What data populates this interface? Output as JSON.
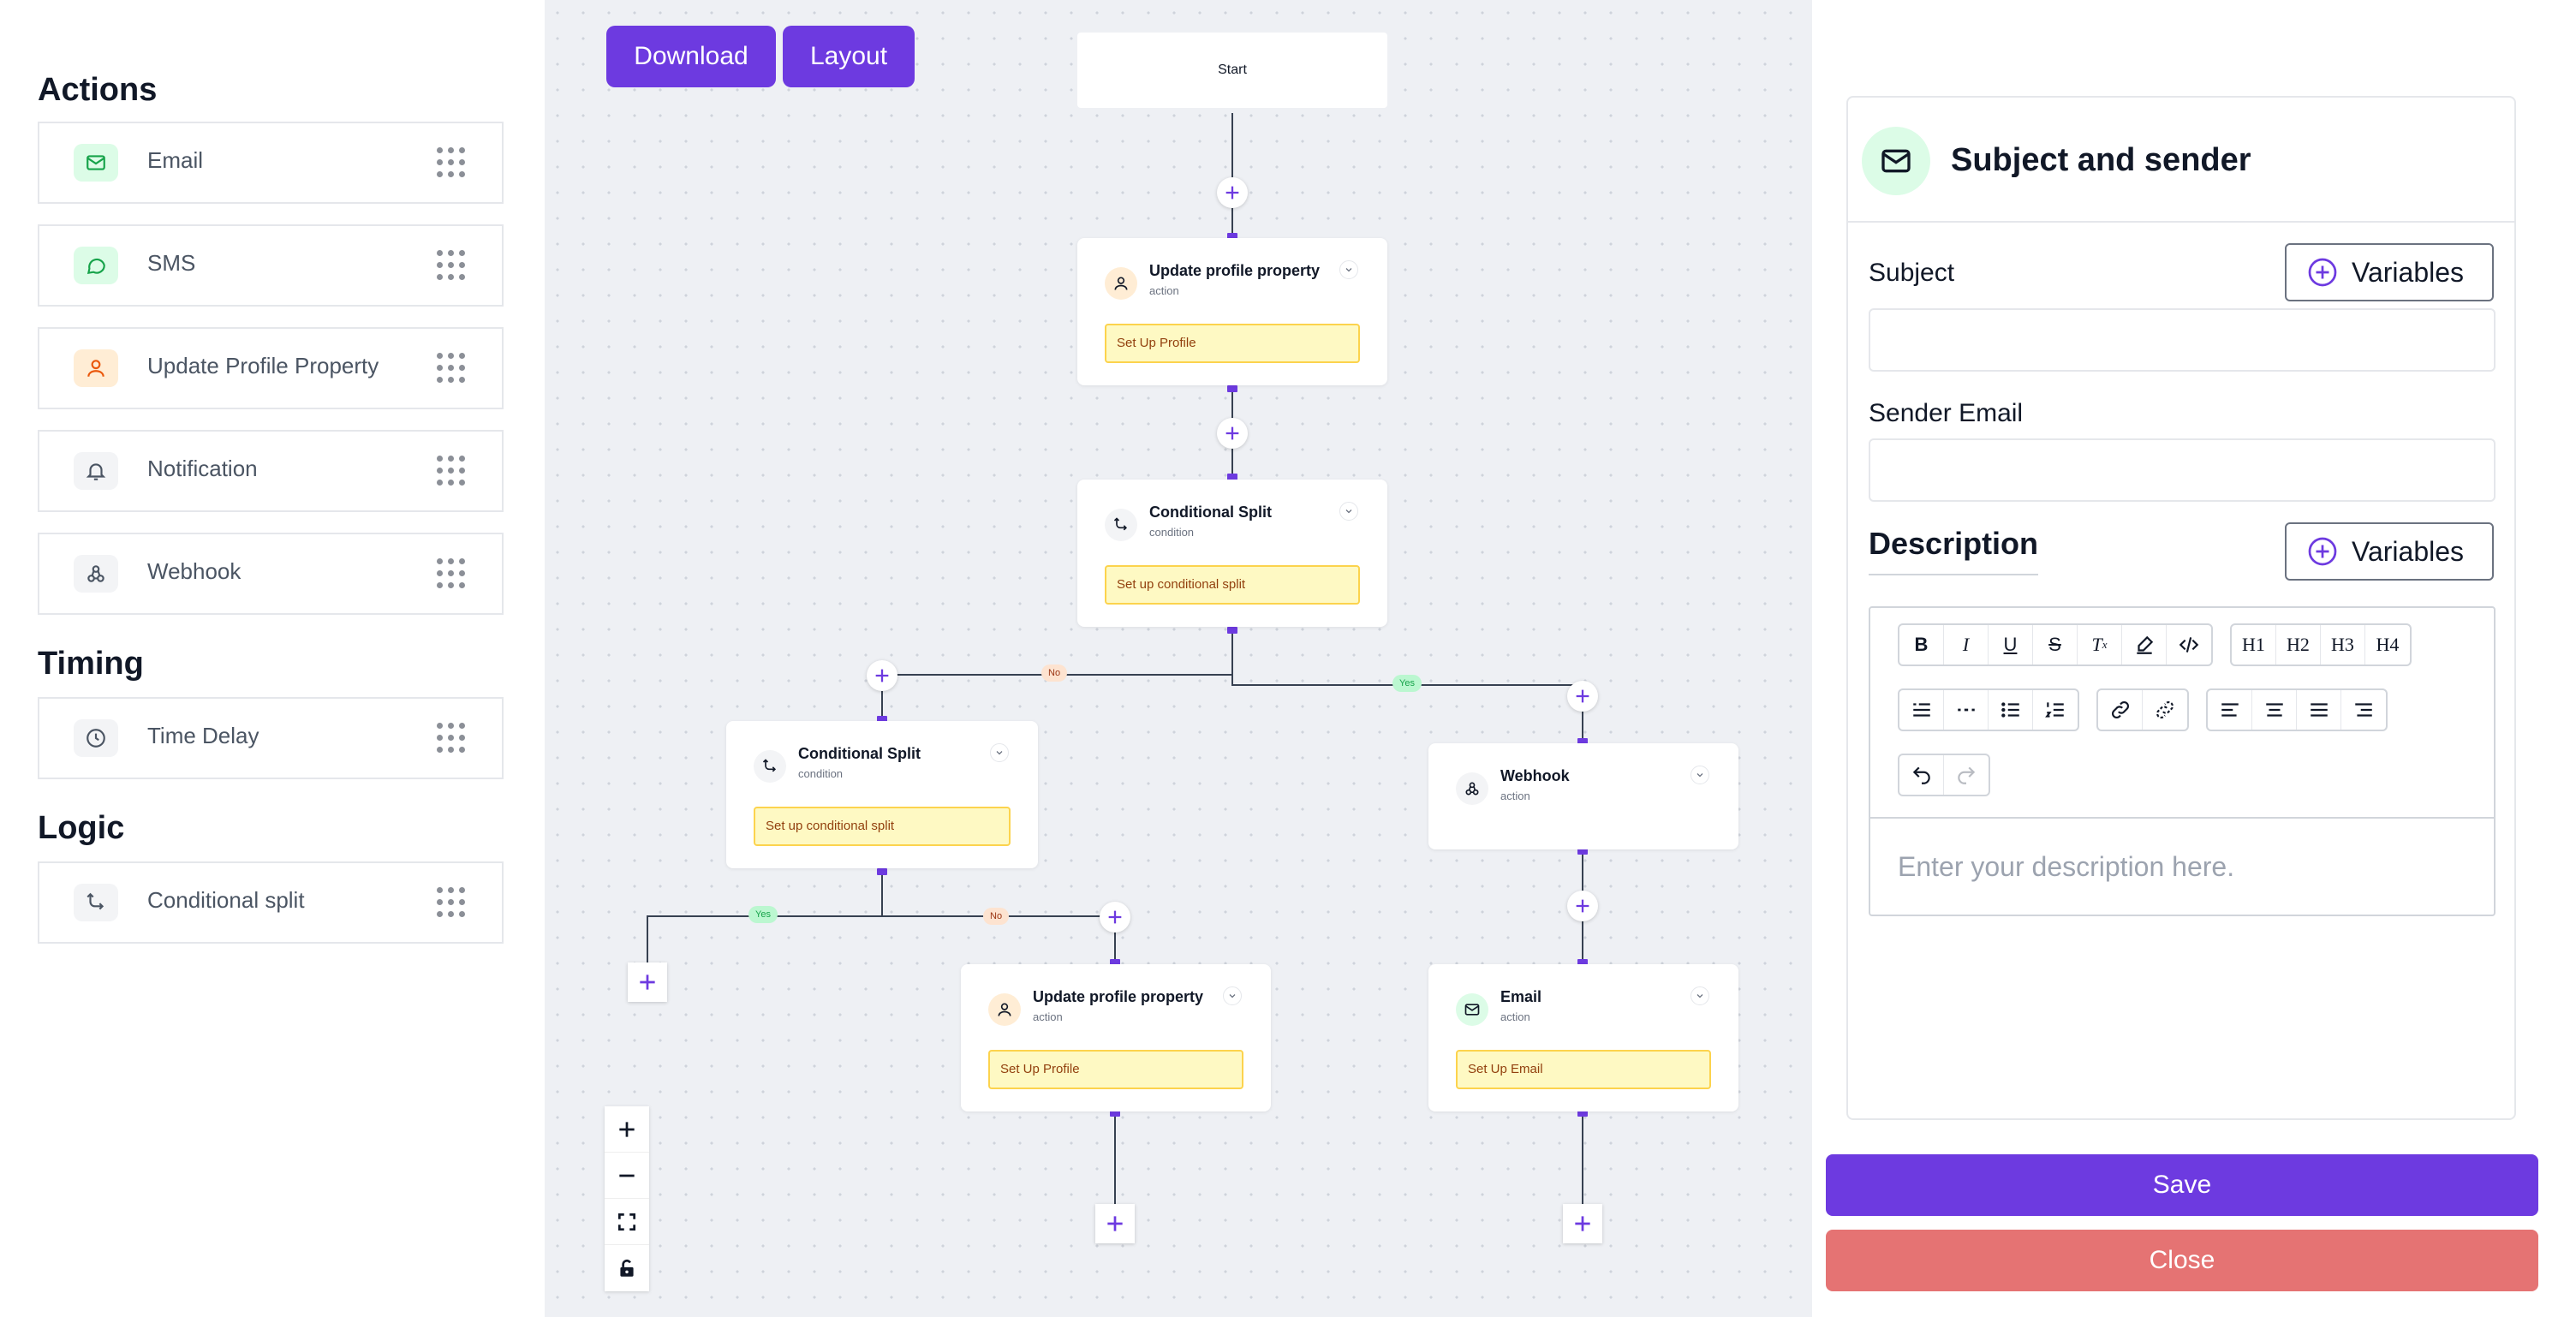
{
  "sidebar": {
    "sections": [
      {
        "title": "Actions",
        "items": [
          {
            "label": "Email",
            "icon": "mail-icon",
            "color": "#16a34a",
            "bg": "#dcfce7"
          },
          {
            "label": "SMS",
            "icon": "chat-icon",
            "color": "#16a34a",
            "bg": "#dcfce7"
          },
          {
            "label": "Update Profile Property",
            "icon": "user-icon",
            "color": "#ea580c",
            "bg": "#ffedd5"
          },
          {
            "label": "Notification",
            "icon": "bell-icon",
            "color": "#4b5563",
            "bg": "#f3f4f6"
          },
          {
            "label": "Webhook",
            "icon": "webhook-icon",
            "color": "#4b5563",
            "bg": "#f3f4f6"
          }
        ]
      },
      {
        "title": "Timing",
        "items": [
          {
            "label": "Time Delay",
            "icon": "clock-icon",
            "color": "#4b5563",
            "bg": "#f3f4f6"
          }
        ]
      },
      {
        "title": "Logic",
        "items": [
          {
            "label": "Conditional split",
            "icon": "split-icon",
            "color": "#4b5563",
            "bg": "#f3f4f6"
          }
        ]
      }
    ]
  },
  "canvas": {
    "download_label": "Download",
    "layout_label": "Layout",
    "start_label": "Start",
    "nodes": [
      {
        "title": "Update profile property",
        "subtitle": "action",
        "setup": "Set Up Profile",
        "icon": "user-icon"
      },
      {
        "title": "Conditional Split",
        "subtitle": "condition",
        "setup": "Set up conditional split",
        "icon": "split-icon"
      },
      {
        "title": "Conditional Split",
        "subtitle": "condition",
        "setup": "Set up conditional split",
        "icon": "split-icon"
      },
      {
        "title": "Webhook",
        "subtitle": "action",
        "setup": "",
        "icon": "webhook-icon"
      },
      {
        "title": "Update profile property",
        "subtitle": "action",
        "setup": "Set Up Profile",
        "icon": "user-icon"
      },
      {
        "title": "Email",
        "subtitle": "action",
        "setup": "Set Up Email",
        "icon": "mail-icon"
      }
    ],
    "edge_labels": {
      "yes": "Yes",
      "no": "No"
    }
  },
  "panel": {
    "title": "Subject and sender",
    "subject_label": "Subject",
    "variables_label": "Variables",
    "sender_label": "Sender Email",
    "description_label": "Description",
    "description_placeholder": "Enter your description here.",
    "toolbar": {
      "h1": "H1",
      "h2": "H2",
      "h3": "H3",
      "h4": "H4"
    },
    "save_label": "Save",
    "close_label": "Close"
  },
  "colors": {
    "accent": "#6d3ae0",
    "close": "#e57373",
    "setup_bg": "#fef9c3"
  }
}
